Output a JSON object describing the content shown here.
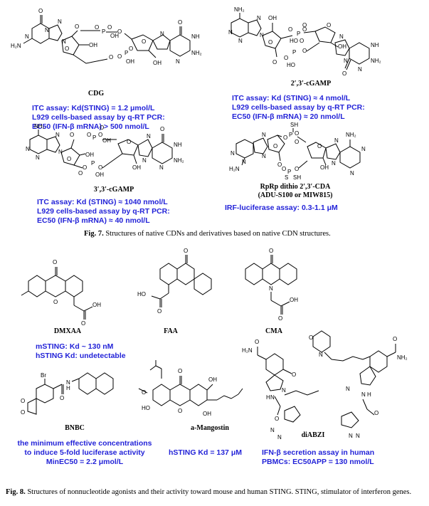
{
  "fig7": {
    "compounds": [
      {
        "name": "CDG",
        "assays": [
          "ITC assay: Kd(STING) = 1.2 μmol/L",
          "L929 cells-based assay by q-RT PCR:",
          "EC50 (IFN-β mRNA) > 500 nmol/L"
        ]
      },
      {
        "name": "2′,3′-cGAMP",
        "assays": [
          "ITC assay: Kd (STING) ≈ 4 nmol/L",
          "L929 cells-based assay by q-RT PCR:",
          "EC50 (IFN-β mRNA) ≈ 20 nmol/L"
        ]
      },
      {
        "name": "3′,3′-cGAMP",
        "assays": [
          "ITC assay: Kd (STING) ≈ 1040 nmol/L",
          "L929 cells-based assay by q-RT PCR:",
          "EC50 (IFN-β mRNA) ≈ 40 nmol/L"
        ]
      },
      {
        "name": "RpRp dithio 2′,3′-CDA",
        "name2": "(ADU-S100 or MIW815)",
        "assays": [
          "IRF-luciferase assay: 0.3-1.1 μM"
        ]
      }
    ],
    "caption_label": "Fig. 7.",
    "caption_text": "Structures of native CDNs and derivatives based on native CDN structures."
  },
  "fig8": {
    "compounds": [
      {
        "name": "DMXAA",
        "assays": [
          "mSTING: Kd ~ 130 nM",
          "hSTING Kd: undetectable"
        ]
      },
      {
        "name": "FAA",
        "assays": []
      },
      {
        "name": "CMA",
        "assays": []
      },
      {
        "name": "BNBC",
        "assays": [
          "the minimum effective concentrations",
          "to induce 5-fold luciferase activity",
          "MinEC50 = 2.2 μmol/L"
        ]
      },
      {
        "name": "a-Mangostin",
        "assays": [
          "hSTING Kd = 137 μM"
        ]
      },
      {
        "name": "diABZI",
        "assays": [
          "IFN-β secretion assay in human",
          "PBMCs: EC50APP = 130 nmol/L"
        ]
      }
    ],
    "caption_label": "Fig. 8.",
    "caption_text": "Structures of nonnucleotide agonists and their activity toward mouse and human STING. STING, stimulator of interferon genes."
  },
  "atom_labels": [
    "O",
    "N",
    "NH",
    "H2N",
    "NH2",
    "OH",
    "HO",
    "P",
    "S",
    "SH",
    "Br",
    "H"
  ]
}
